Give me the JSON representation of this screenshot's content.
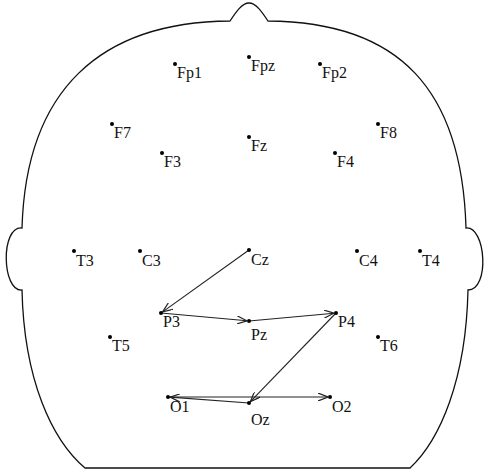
{
  "diagram": {
    "nodes": [
      {
        "text": [
          "Fp1"
        ]
      },
      {
        "text": [
          "Fpz"
        ]
      },
      {
        "text": [
          "Fp2"
        ]
      },
      {
        "text": [
          "F7"
        ]
      },
      {
        "text": [
          "Fz"
        ]
      },
      {
        "text": [
          "F8"
        ]
      },
      {
        "text": [
          "F3"
        ]
      },
      {
        "text": [
          "F4"
        ]
      },
      {
        "text": [
          "T3"
        ]
      },
      {
        "text": [
          "C3"
        ]
      },
      {
        "text": [
          "Cz"
        ]
      },
      {
        "text": [
          "C4"
        ]
      },
      {
        "text": [
          "T4"
        ]
      },
      {
        "text": [
          "P3"
        ]
      },
      {
        "text": [
          "Pz"
        ]
      },
      {
        "text": [
          "P4"
        ]
      },
      {
        "text": [
          "T5"
        ]
      },
      {
        "text": [
          "T6"
        ]
      },
      {
        "text": [
          "O1"
        ]
      },
      {
        "text": [
          "Oz"
        ]
      },
      {
        "text": [
          "O2"
        ]
      }
    ],
    "edges": [
      {
        "from": 10,
        "to": 13,
        "arrow": "to"
      },
      {
        "from": 13,
        "to": 14,
        "arrow": "to"
      },
      {
        "from": 14,
        "to": 15,
        "arrow": "to"
      },
      {
        "from": 15,
        "to": 19,
        "arrow": "to"
      },
      {
        "from": 19,
        "to": 18,
        "arrow": "to"
      },
      {
        "from": 18,
        "to": 20,
        "arrow": "to"
      }
    ]
  }
}
